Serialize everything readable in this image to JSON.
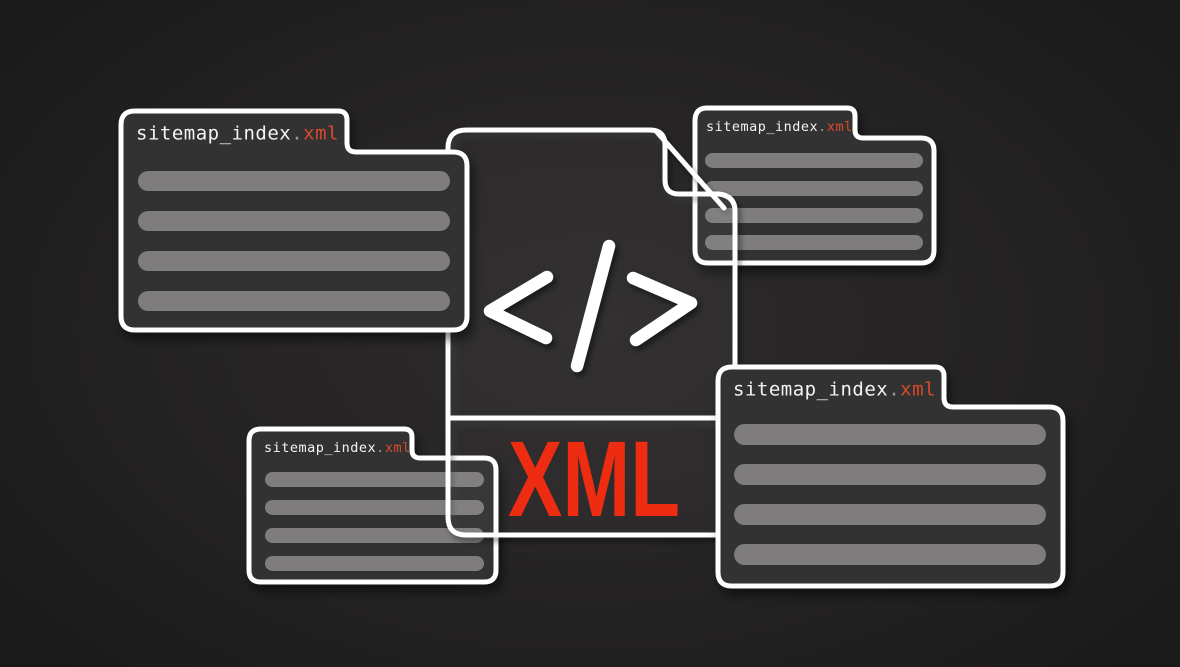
{
  "center": {
    "code_icon": "</>",
    "xml_label": "XML",
    "xml_color": "#ee2c12"
  },
  "files": [
    {
      "position": "top-left",
      "name": "sitemap_index.xml",
      "base": "sitemap_index",
      "dot": ".",
      "ext": "xml",
      "placeholder_lines": 4
    },
    {
      "position": "top-right",
      "name": "sitemap_index.xml",
      "base": "sitemap_index",
      "dot": ".",
      "ext": "xml",
      "placeholder_lines": 4
    },
    {
      "position": "bottom-left",
      "name": "sitemap_index.xml",
      "base": "sitemap_index",
      "dot": ".",
      "ext": "xml",
      "placeholder_lines": 4
    },
    {
      "position": "bottom-right",
      "name": "sitemap_index.xml",
      "base": "sitemap_index",
      "dot": ".",
      "ext": "xml",
      "placeholder_lines": 4
    }
  ],
  "colors": {
    "background_center": "#2c2a2a",
    "background_edge": "#1b1a1a",
    "card_fill": "#333131",
    "card_border": "#ffffff",
    "placeholder_bar": "#7e7c7c",
    "filename_text": "#f4f4f4",
    "filename_dot": "#9a9a9a",
    "filename_ext": "#d7492c",
    "accent_red": "#ee2c12"
  }
}
